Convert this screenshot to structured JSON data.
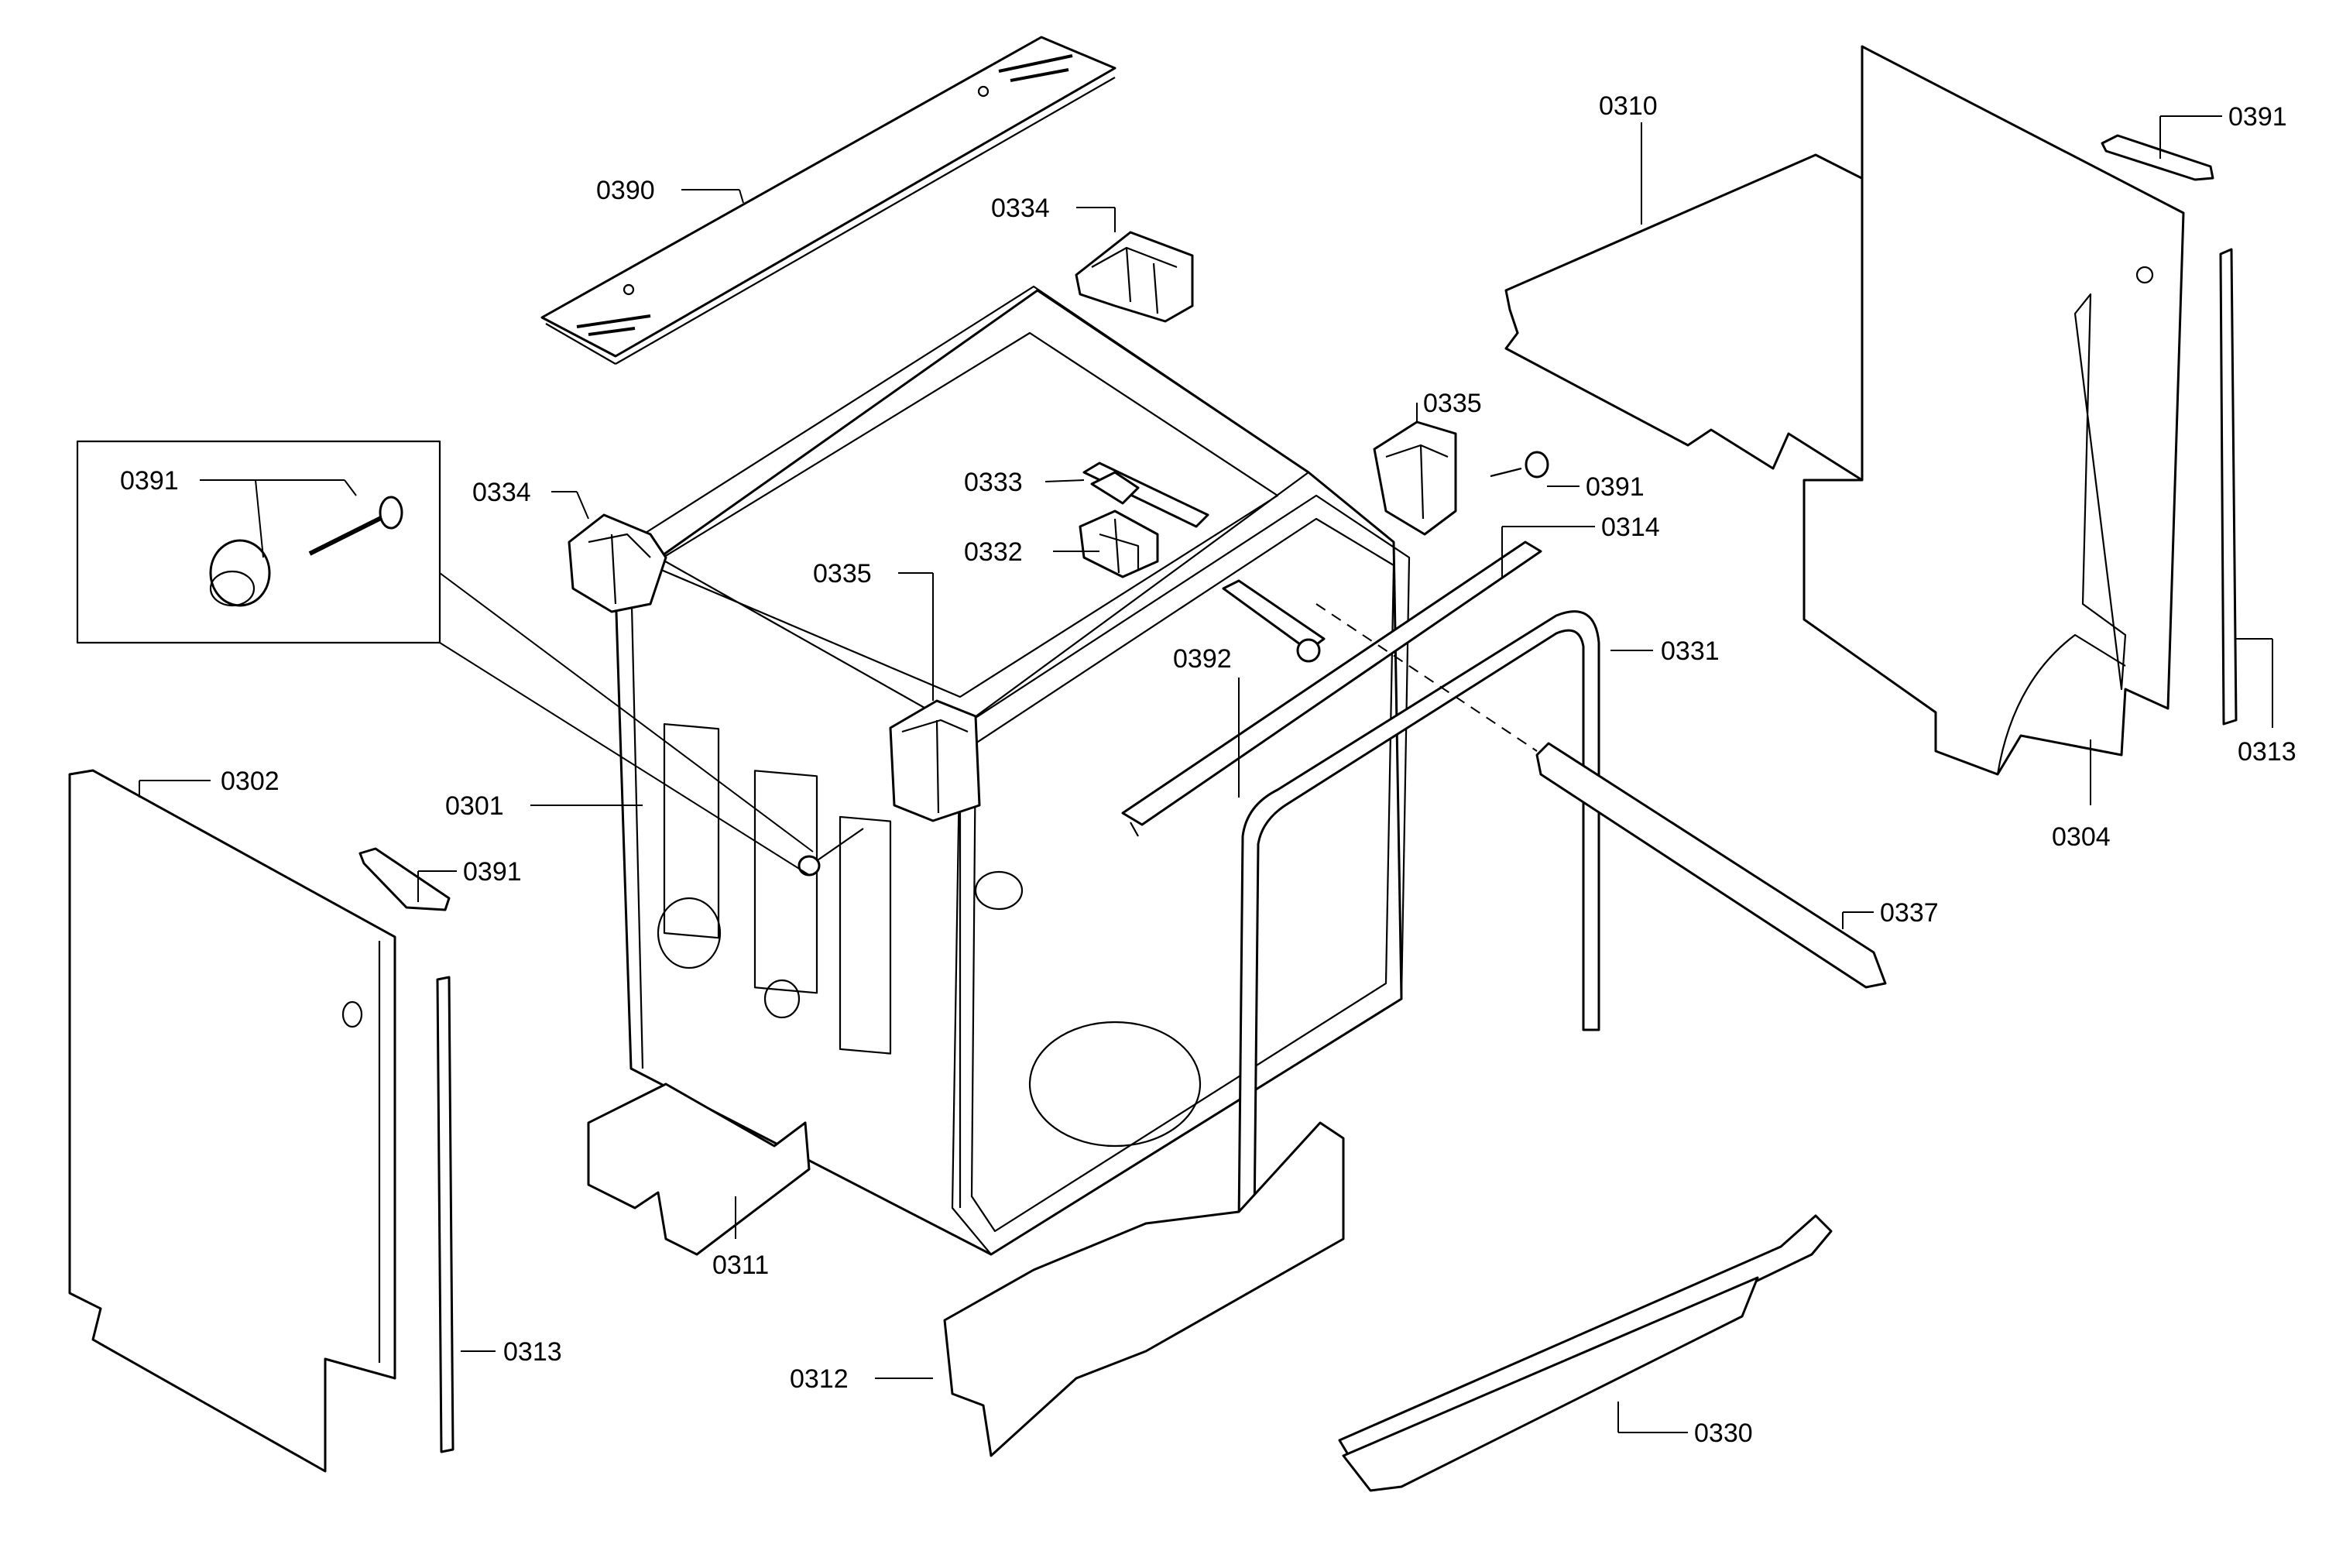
{
  "labels": {
    "p0390": "0390",
    "p0334_top": "0334",
    "p0310": "0310",
    "p0391_topright": "0391",
    "p0391_inset": "0391",
    "p0334_left": "0334",
    "p0333": "0333",
    "p0332": "0332",
    "p0335_left": "0335",
    "p0335_right": "0335",
    "p0391_mid": "0391",
    "p0314": "0314",
    "p0392": "0392",
    "p0331": "0331",
    "p0313_right": "0313",
    "p0304": "0304",
    "p0302": "0302",
    "p0301": "0301",
    "p0391_left": "0391",
    "p0337": "0337",
    "p0311": "0311",
    "p0313_left": "0313",
    "p0312": "0312",
    "p0330": "0330"
  }
}
